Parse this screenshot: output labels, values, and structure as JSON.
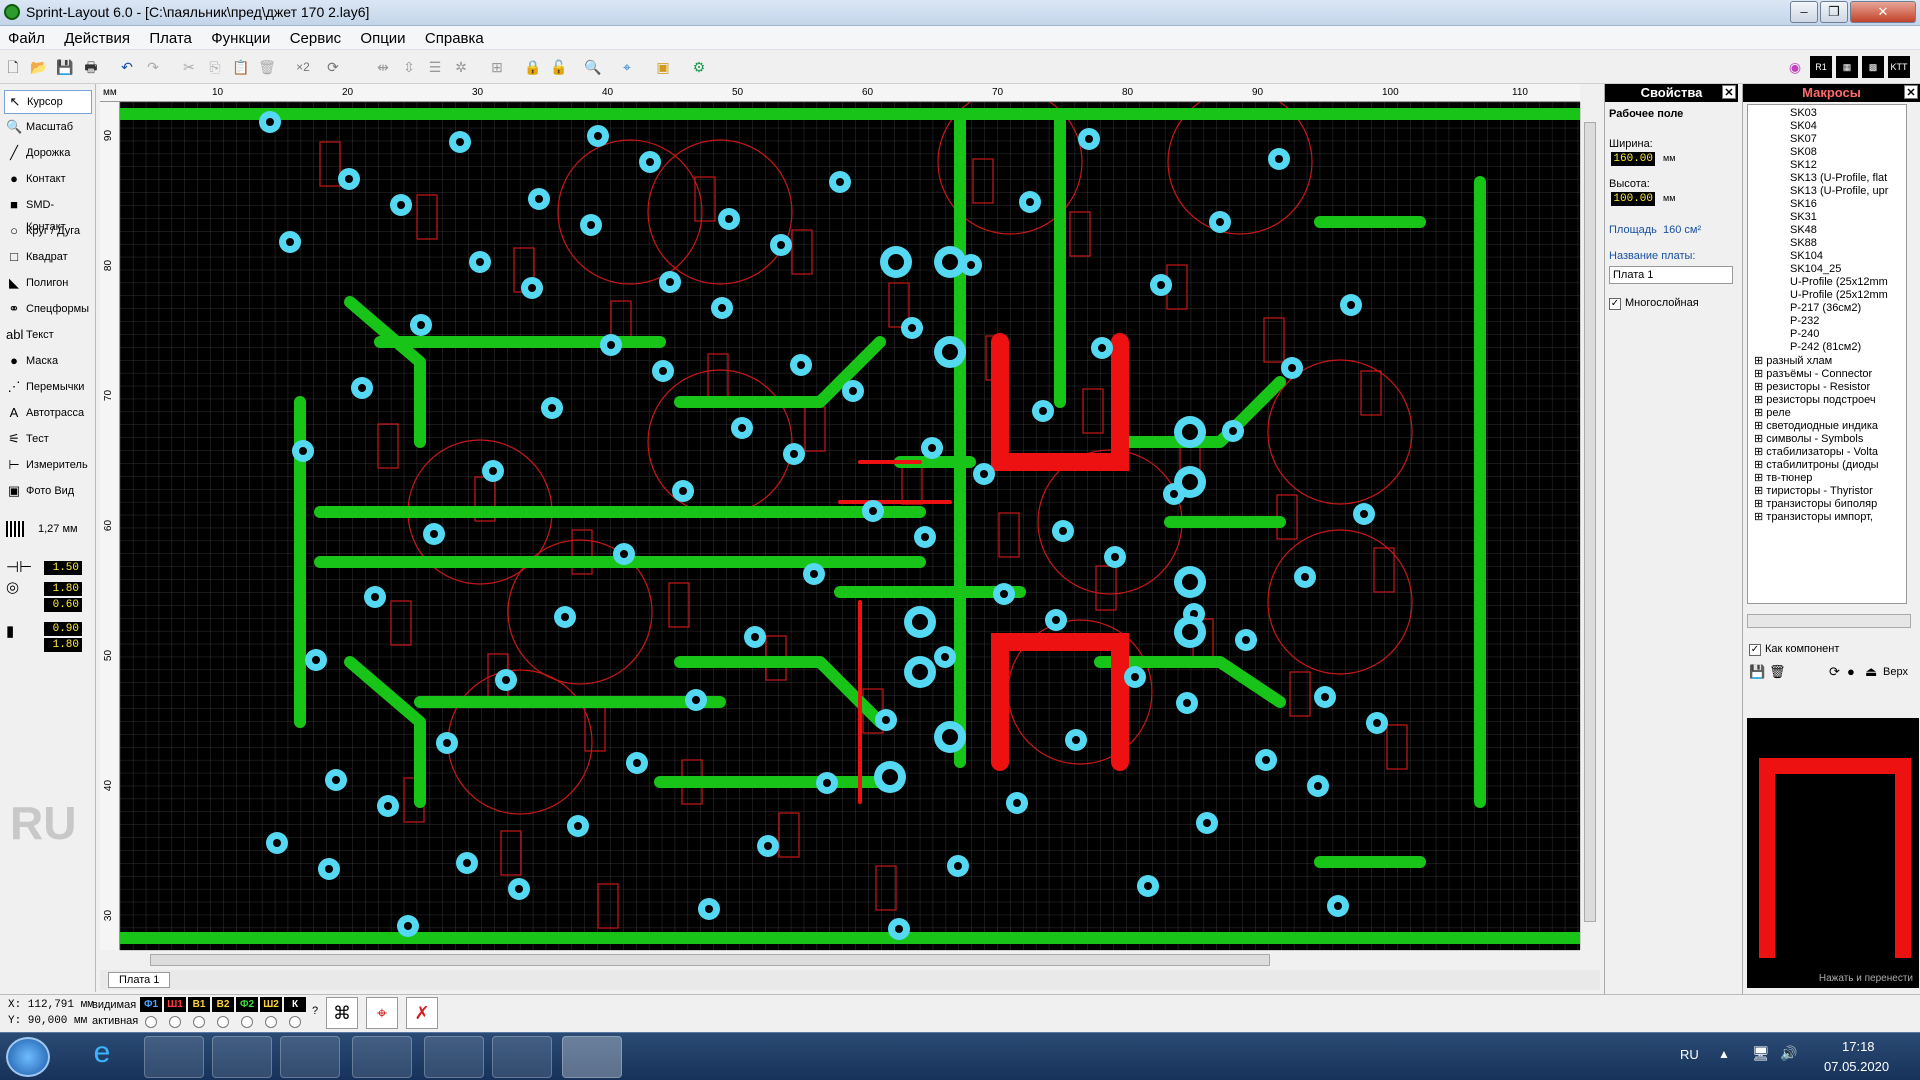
{
  "window": {
    "title": "Sprint-Layout 6.0 - [C:\\паяльник\\пред\\джет 170 2.lay6]"
  },
  "menu": [
    "Файл",
    "Действия",
    "Плата",
    "Функции",
    "Сервис",
    "Опции",
    "Справка"
  ],
  "toolbar": {
    "x2": "×2"
  },
  "tools": [
    {
      "label": "Курсор",
      "icon": "cursor-icon",
      "glyph": "↖"
    },
    {
      "label": "Масштаб",
      "icon": "zoom-icon",
      "glyph": "🔍"
    },
    {
      "label": "Дорожка",
      "icon": "track-icon",
      "glyph": "╱"
    },
    {
      "label": "Контакт",
      "icon": "pad-icon",
      "glyph": "●"
    },
    {
      "label": "SMD-Контакт",
      "icon": "smd-icon",
      "glyph": "■"
    },
    {
      "label": "Круг / Дуга",
      "icon": "circle-icon",
      "glyph": "○"
    },
    {
      "label": "Квадрат",
      "icon": "rect-icon",
      "glyph": "□"
    },
    {
      "label": "Полигон",
      "icon": "polygon-icon",
      "glyph": "◣"
    },
    {
      "label": "Спецформы",
      "icon": "special-icon",
      "glyph": "⚭"
    },
    {
      "label": "Текст",
      "icon": "text-icon",
      "glyph": "abl"
    },
    {
      "label": "Маска",
      "icon": "mask-icon",
      "glyph": "●"
    },
    {
      "label": "Перемычки",
      "icon": "jumper-icon",
      "glyph": "⋰"
    },
    {
      "label": "Автотрасса",
      "icon": "autoroute-icon",
      "glyph": "A"
    },
    {
      "label": "Тест",
      "icon": "test-icon",
      "glyph": "⚟"
    },
    {
      "label": "Измеритель",
      "icon": "measure-icon",
      "glyph": "⊢"
    },
    {
      "label": "Фото Вид",
      "icon": "photo-icon",
      "glyph": "▣"
    }
  ],
  "grid": {
    "value": "1,27 мм"
  },
  "params": {
    "track": "1.50",
    "pad_outer": "1.80",
    "pad_inner": "0.60",
    "smd_w": "0.90",
    "smd_h": "1.80"
  },
  "lang_watermark": "RU",
  "ruler": {
    "unit": "мм",
    "top": [
      "10",
      "20",
      "30",
      "40",
      "50",
      "60",
      "70",
      "80",
      "90",
      "100",
      "110"
    ],
    "left": [
      "90",
      "80",
      "70",
      "60",
      "50",
      "40",
      "30"
    ]
  },
  "props": {
    "title": "Свойства",
    "section": "Рабочее поле",
    "width_label": "Ширина:",
    "width_value": "160.00",
    "height_label": "Высота:",
    "height_value": "100.00",
    "unit": "мм",
    "area_label": "Площадь",
    "area_value": "160 см²",
    "name_label": "Название платы:",
    "name_value": "Плата 1",
    "multilayer_label": "Многослойная"
  },
  "macros": {
    "title": "Макросы",
    "items": [
      "SK03",
      "SK04",
      "SK07",
      "SK08",
      "SK12",
      "SK13 (U-Profile, flat",
      "SK13 (U-Profile, upr",
      "SK16",
      "SK31",
      "SK48",
      "SK88",
      "SK104",
      "SK104_25",
      "U-Profile (25x12mm",
      "U-Profile (25x12mm",
      "P-217 (36см2)",
      "P-232",
      "P-240",
      "P-242 (81см2)"
    ],
    "groups": [
      "разный хлам",
      "разъёмы - Connector",
      "резисторы - Resistor",
      "резисторы подстроеч",
      "реле",
      "светодиодные индика",
      "символы - Symbols",
      "стабилизаторы - Volta",
      "стабилитроны (диоды",
      "тв-тюнер",
      "тиристоры - Thyristor",
      "транзисторы биполяр",
      "транзисторы импорт,"
    ],
    "as_component": "Как компонент",
    "top_label": "Верх",
    "drag_hint": "Нажать и перенести"
  },
  "board_tab": "Плата 1",
  "status": {
    "x": "X:  112,791 мм",
    "y": "Y:   90,000 мм",
    "visible": "видимая",
    "active": "активная",
    "layers": [
      {
        "name": "Ф1",
        "color": "#4aa3ff"
      },
      {
        "name": "Ш1",
        "color": "#ff3b3b"
      },
      {
        "name": "В1",
        "color": "#ffd23b"
      },
      {
        "name": "В2",
        "color": "#ffd23b"
      },
      {
        "name": "Ф2",
        "color": "#3bdc3b"
      },
      {
        "name": "Ш2",
        "color": "#ffd23b"
      },
      {
        "name": "К",
        "color": "#ffffff"
      }
    ],
    "help": "?"
  },
  "taskbar": {
    "lang": "RU",
    "time": "17:18",
    "date": "07.05.2020"
  },
  "colors": {
    "copper_bottom": "#18c418",
    "copper_top": "#ee1111",
    "pad": "#55d8f2",
    "silk": "#cc1a1a",
    "grid": "#3a3a3a"
  }
}
